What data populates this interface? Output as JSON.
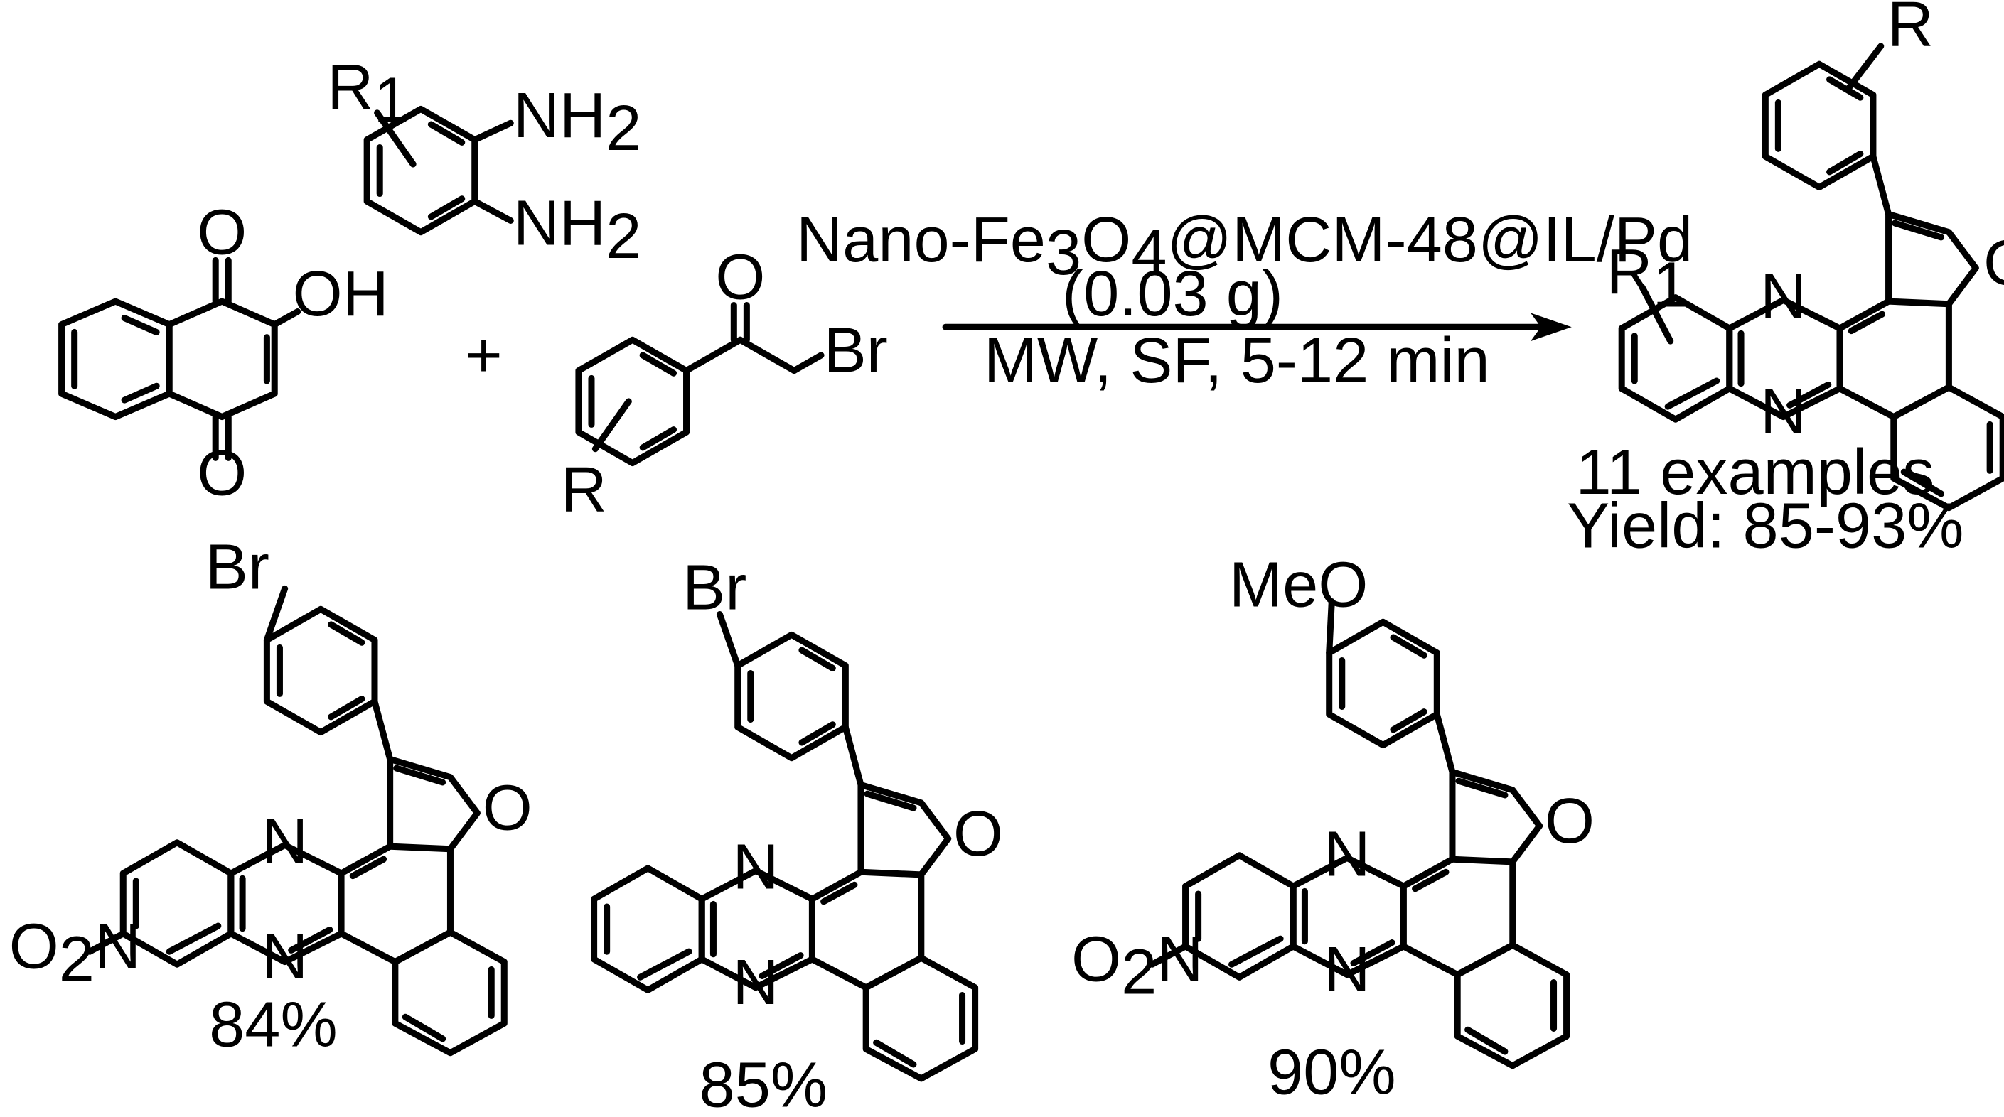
{
  "colors": {
    "ink": "#000000",
    "background": "#ffffff"
  },
  "reactants": {
    "diamine": {
      "r_label": "R",
      "r_sub": "1",
      "nh2_top": "NH",
      "nh2_bottom": "NH",
      "sub_2": "2"
    },
    "hydroxynaphthoquinone": {
      "o_top": "O",
      "o_bottom": "O",
      "oh": "OH"
    },
    "plus": "+",
    "bromoketone": {
      "o": "O",
      "br": "Br",
      "r": "R"
    }
  },
  "conditions": {
    "catalyst_prefix": "Nano-Fe",
    "catalyst_sub1": "3",
    "catalyst_mid": "O",
    "catalyst_sub2": "4",
    "catalyst_suffix": "@MCM-48@IL/Pd",
    "amount": "(0.03 g)",
    "method": "MW, SF, 5-12 min"
  },
  "product": {
    "r": "R",
    "r1": "R",
    "r1_sub": "1",
    "n_top": "N",
    "n_bottom": "N",
    "o": "O",
    "examples": "11 examples",
    "yield": "Yield: 85-93%"
  },
  "examples": [
    {
      "substituent": "Br",
      "nitro": "O",
      "nitro_sub": "2",
      "nitro_n": "N",
      "n_top": "N",
      "n_bottom": "N",
      "o": "O",
      "yield": "84%"
    },
    {
      "substituent": "Br",
      "n_top": "N",
      "n_bottom": "N",
      "o": "O",
      "yield": "85%"
    },
    {
      "substituent": "MeO",
      "nitro": "O",
      "nitro_sub": "2",
      "nitro_n": "N",
      "n_top": "N",
      "n_bottom": "N",
      "o": "O",
      "yield": "90%"
    }
  ]
}
